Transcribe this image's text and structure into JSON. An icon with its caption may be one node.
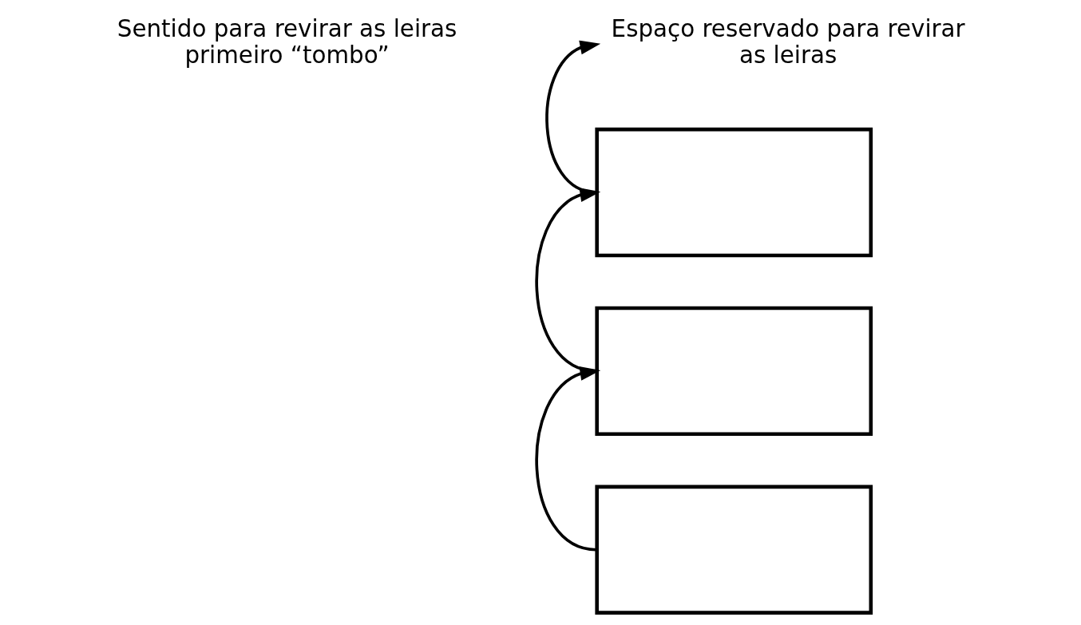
{
  "diagram": {
    "nodes": [
      {
        "text": [
          "Espaço reservado para revirar as leiras"
        ]
      },
      {
        "text": [],
        "shape": "box"
      },
      {
        "text": [],
        "shape": "box"
      },
      {
        "text": [],
        "shape": "box"
      }
    ],
    "edges": [
      {
        "from": 1,
        "to": 0,
        "arrow": "to"
      },
      {
        "from": 2,
        "to": 1,
        "arrow": "to"
      },
      {
        "from": 3,
        "to": 2,
        "arrow": "to"
      }
    ],
    "labels": [
      "Sentido para revirar as leiras primeiro “tombo”"
    ]
  }
}
